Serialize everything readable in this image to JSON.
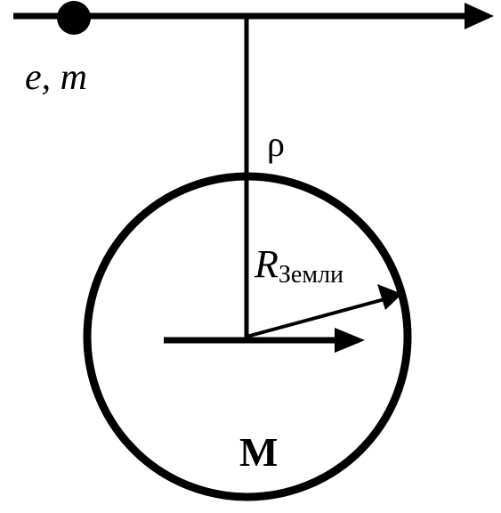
{
  "diagram": {
    "particle_label": "e, m",
    "distance_label": "ρ",
    "radius_symbol": "R",
    "radius_subscript": "Земли",
    "mass_label": "M",
    "stroke_color": "#000000",
    "background_color": "#ffffff"
  }
}
